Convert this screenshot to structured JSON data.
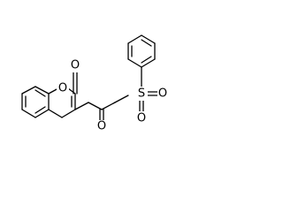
{
  "structure": {
    "atom_labels": {
      "carbonyl_oxygen_top": "O",
      "ring_oxygen": "O",
      "ketone_oxygen": "O",
      "sulfur": "S",
      "sulfonyl_oxygen_upper": "O",
      "sulfonyl_oxygen_lower": "O"
    }
  },
  "colors": {
    "bond": "#000000",
    "text": "#000000",
    "background": "#ffffff"
  }
}
